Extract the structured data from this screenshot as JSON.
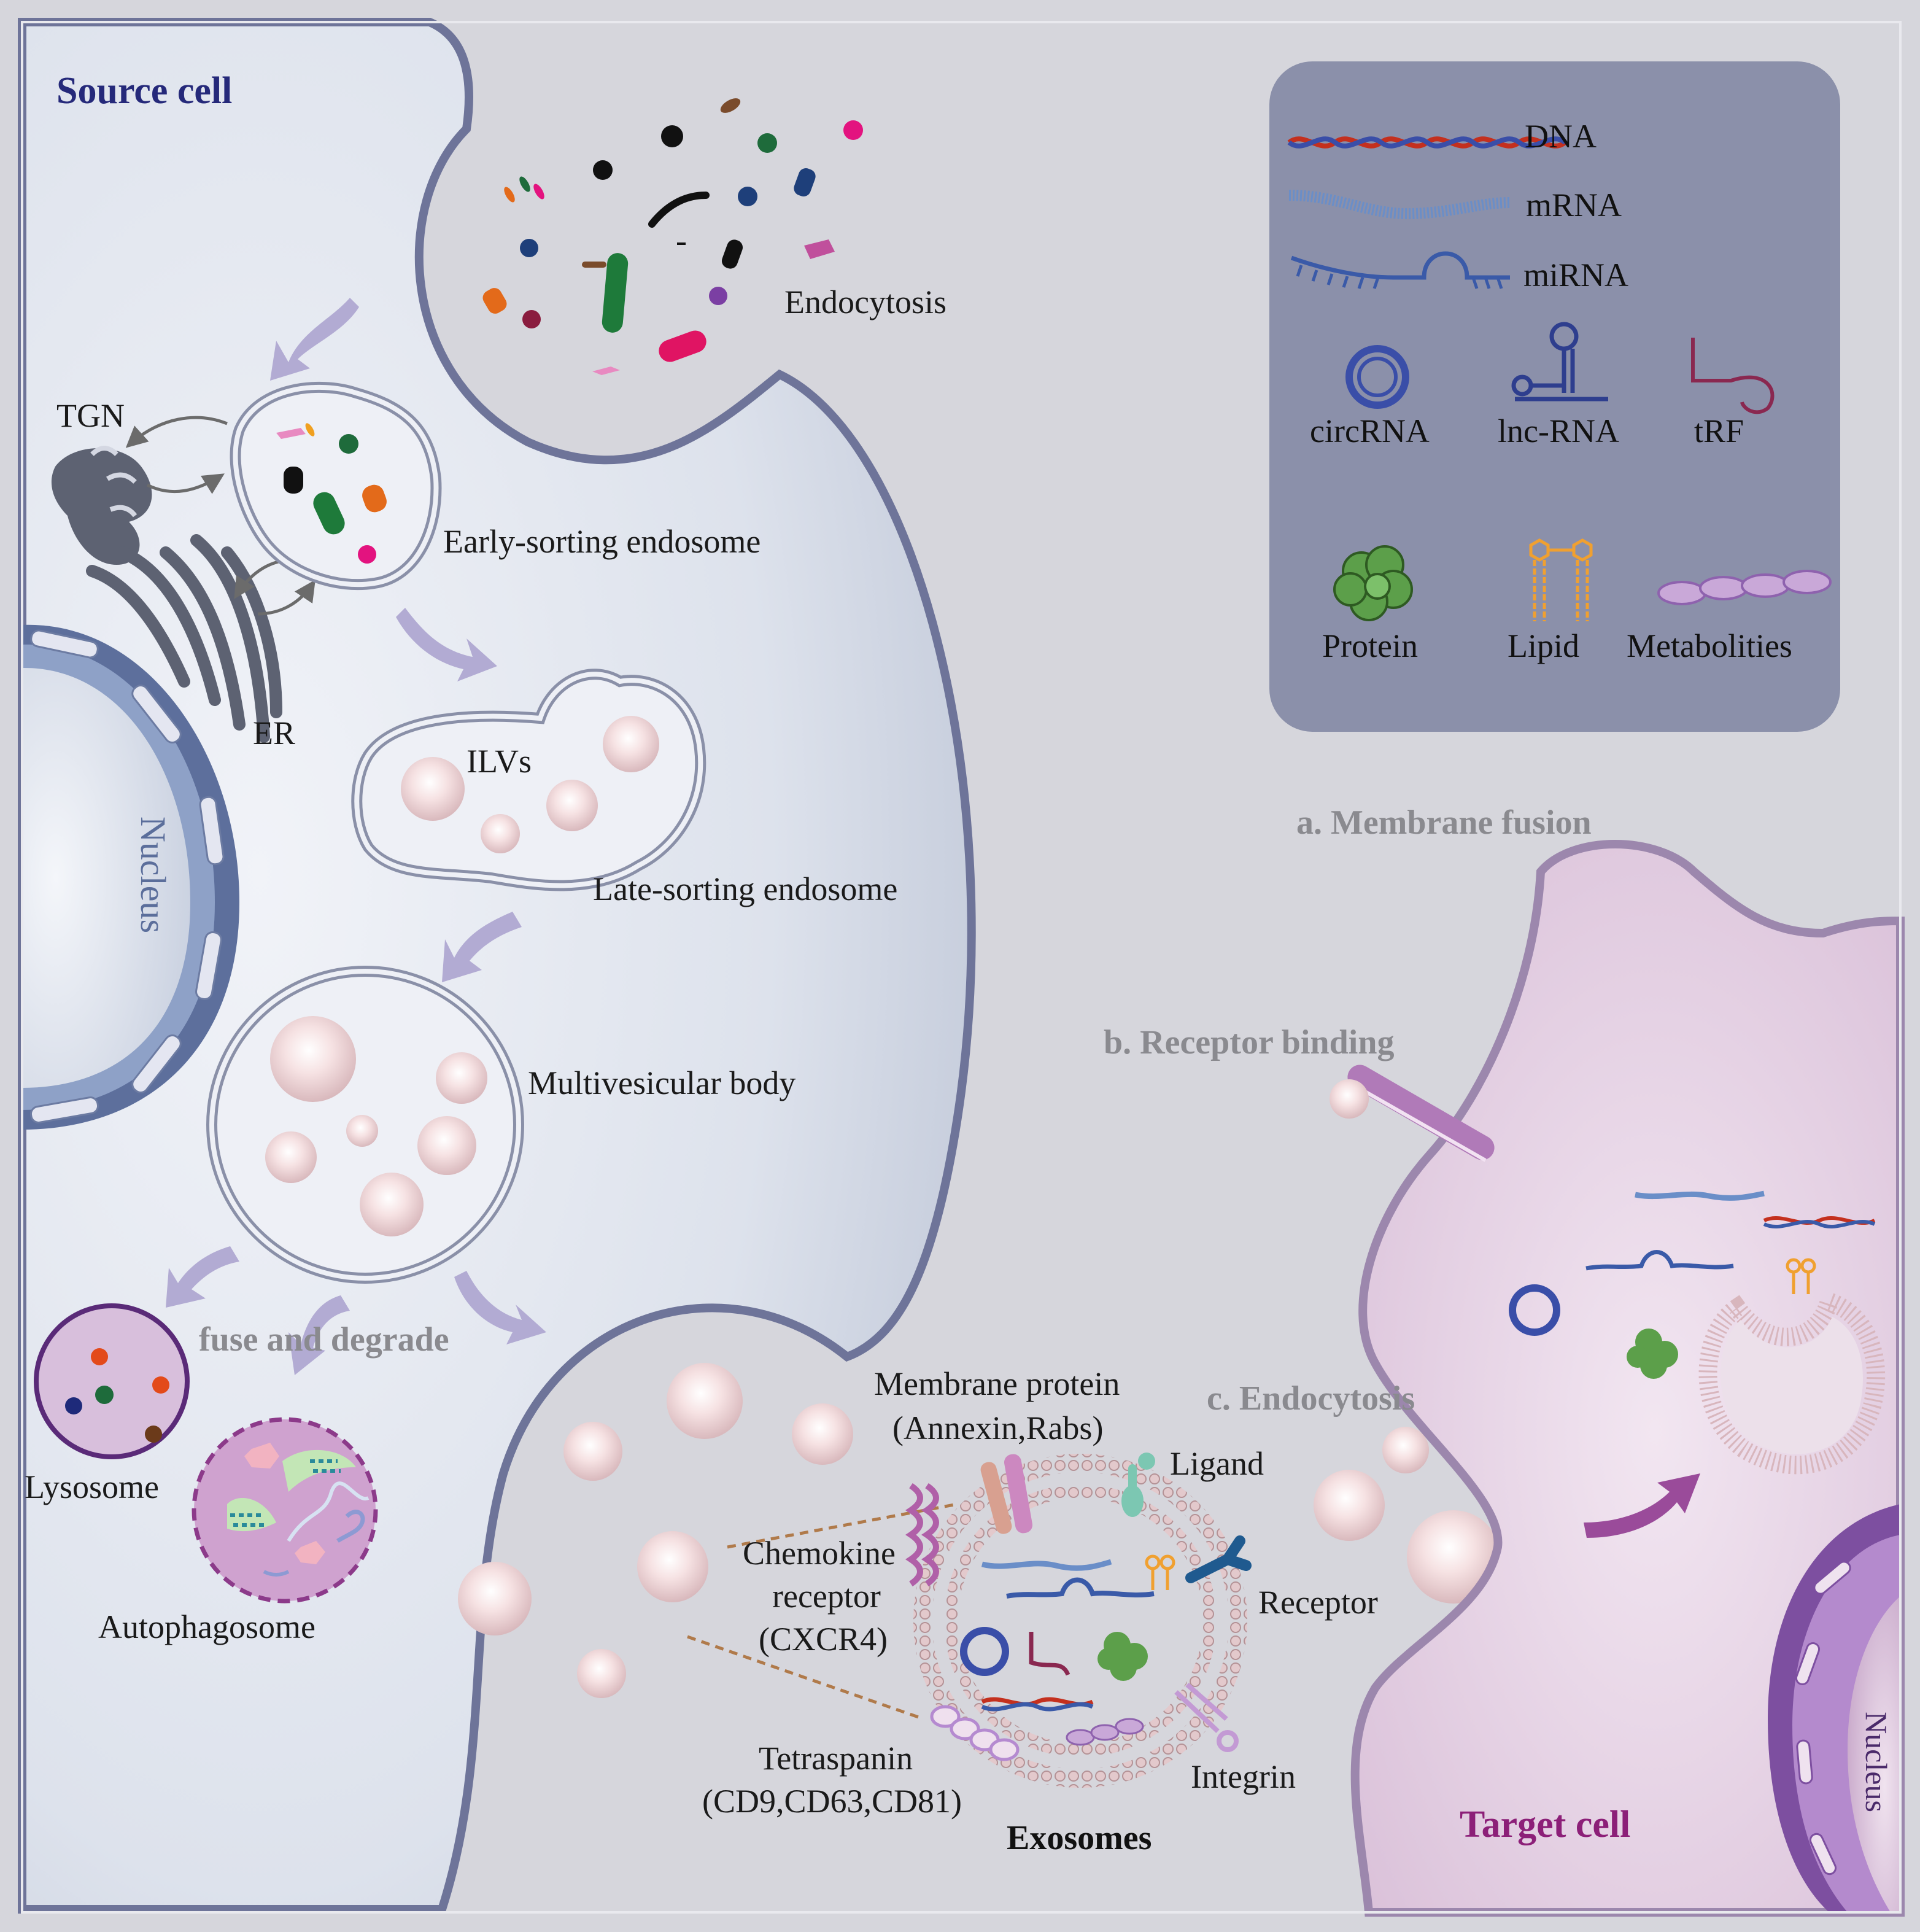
{
  "colors": {
    "background": "#d6d6dc",
    "source_cell_fill": "#dfe3ec",
    "source_cell_border": "#6e7499",
    "target_cell_fill": "#e8d4e6",
    "target_cell_border": "#9c87ad",
    "legend_panel": "#8b90aa",
    "source_title": "#25297a",
    "target_title": "#8c1f78",
    "process_label": "#8a8a8f"
  },
  "source_cell": {
    "title": "Source cell"
  },
  "target_cell": {
    "title": "Target cell",
    "nucleus_label": "Nucleus"
  },
  "organelles": {
    "nucleus": "Nucleus",
    "tgn": "TGN",
    "er": "ER",
    "endocytosis": "Endocytosis",
    "early_endosome": "Early-sorting endosome",
    "ilvs": "ILVs",
    "late_endosome": "Late-sorting endosome",
    "mvb": "Multivesicular body",
    "fuse_degrade": "fuse and degrade",
    "lysosome": "Lysosome",
    "autophagosome": "Autophagosome"
  },
  "exosome": {
    "title": "Exosomes",
    "membrane_protein_line1": "Membrane protein",
    "membrane_protein_line2": "(Annexin,Rabs)",
    "ligand": "Ligand",
    "receptor": "Receptor",
    "chemokine_line1": "Chemokine",
    "chemokine_line2": "receptor",
    "chemokine_line3": "(CXCR4)",
    "tetraspanin_line1": "Tetraspanin",
    "tetraspanin_line2": "(CD9,CD63,CD81)",
    "integrin": "Integrin"
  },
  "uptake": {
    "membrane_fusion": "a. Membrane fusion",
    "receptor_binding": "b. Receptor binding",
    "endocytosis": "c. Endocytosis"
  },
  "legend": {
    "items": [
      {
        "label": "DNA",
        "icon": "dna-double-helix"
      },
      {
        "label": "mRNA",
        "icon": "mrna-strand"
      },
      {
        "label": "miRNA",
        "icon": "mirna-hairpin"
      },
      {
        "label": "circRNA",
        "icon": "circrna-ring"
      },
      {
        "label": "lnc-RNA",
        "icon": "lncrna-stemloop"
      },
      {
        "label": "tRF",
        "icon": "trf-fragment"
      },
      {
        "label": "Protein",
        "icon": "protein-cluster"
      },
      {
        "label": "Lipid",
        "icon": "lipid-bilayer"
      },
      {
        "label": "Metabolities",
        "icon": "metabolite-chain"
      }
    ]
  }
}
